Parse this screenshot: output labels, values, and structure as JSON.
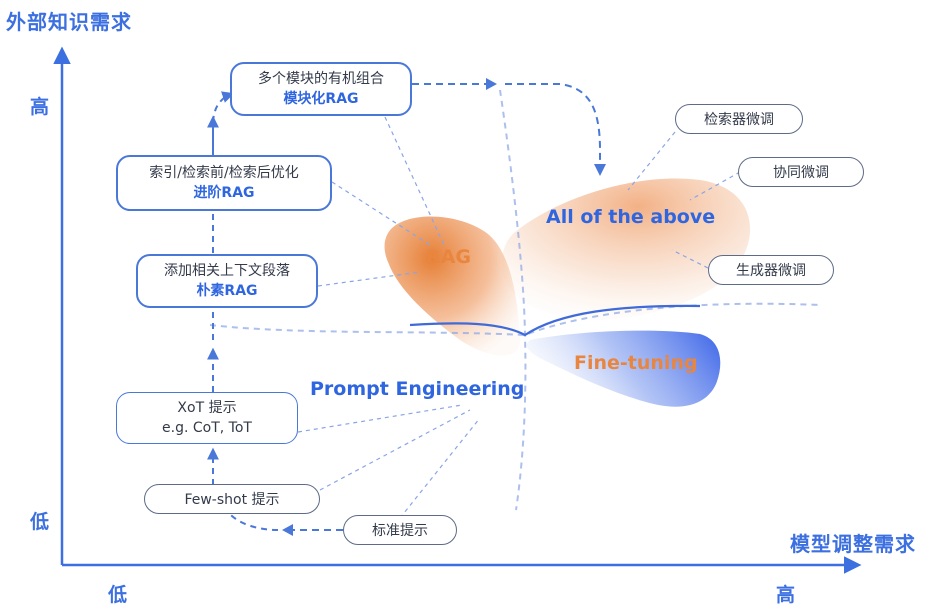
{
  "axes": {
    "y_title": "外部知识需求",
    "x_title": "模型调整需求",
    "y_high": "高",
    "y_low": "低",
    "x_low": "低",
    "x_high": "高"
  },
  "regions": {
    "rag": "RAG",
    "all_of_the_above": "All of the above",
    "fine_tuning": "Fine-tuning",
    "prompt_engineering": "Prompt Engineering"
  },
  "steps": [
    {
      "line1": "多个模块的有机组合",
      "line2": "模块化RAG"
    },
    {
      "line1": "索引/检索前/检索后优化",
      "line2": "进阶RAG"
    },
    {
      "line1": "添加相关上下文段落",
      "line2": "朴素RAG"
    },
    {
      "line1": "XoT 提示",
      "line2": "e.g. CoT, ToT"
    },
    {
      "line1": "Few-shot 提示",
      "line2": ""
    }
  ],
  "pills": {
    "standard_prompt": "标准提示",
    "retriever_ft": "检索器微调",
    "collab_ft": "协同微调",
    "generator_ft": "生成器微调"
  },
  "colors": {
    "axis": "#3c6fe0",
    "rag_orange": "#e8863f",
    "blue": "#2f66e0"
  }
}
